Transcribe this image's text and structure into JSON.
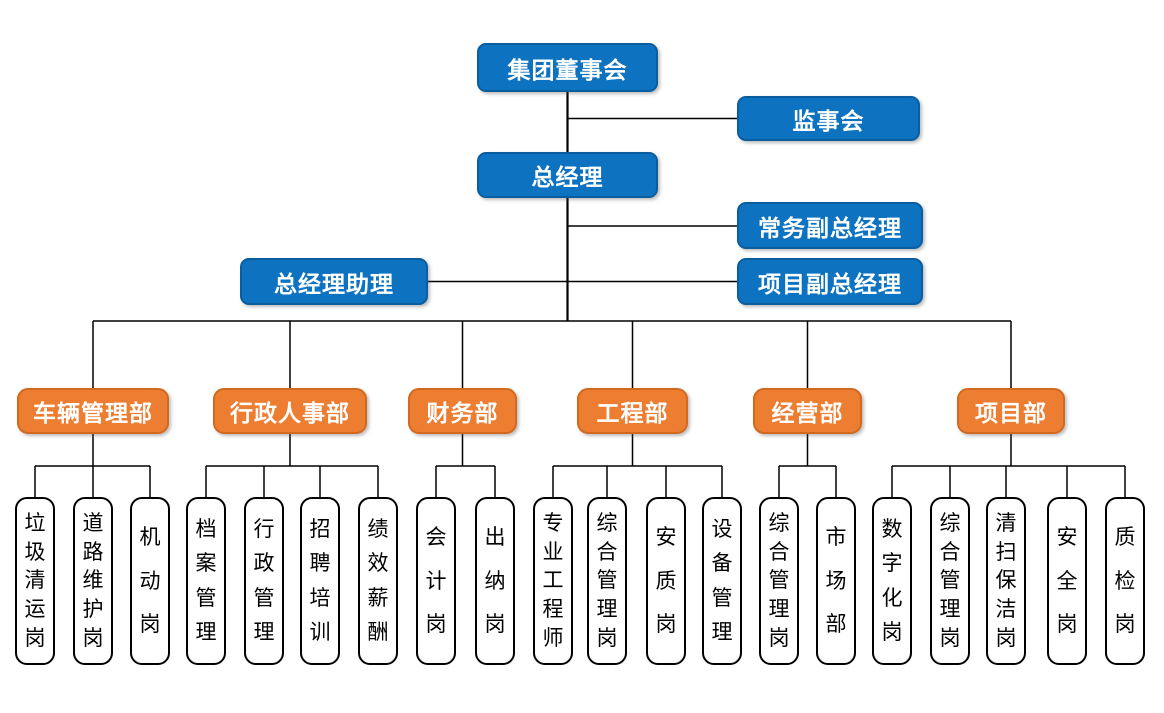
{
  "palette": {
    "executive_fill": "#0D72C0",
    "executive_border": "#0B5E9D",
    "department_fill": "#ED7D31",
    "department_border": "#D2691E",
    "position_fill": "#FFFFFF",
    "position_border": "#000000",
    "connector": "#000000",
    "text_light": "#FFFFFF",
    "text_dark": "#000000"
  },
  "executives": {
    "board": "集团董事会",
    "supervisory_board": "监事会",
    "general_manager": "总经理",
    "executive_deputy_gm": "常务副总经理",
    "project_deputy_gm": "项目副总经理",
    "gm_assistant": "总经理助理"
  },
  "departments": [
    {
      "label": "车辆管理部",
      "positions": [
        "垃圾清运岗",
        "道路维护岗",
        "机动岗"
      ]
    },
    {
      "label": "行政人事部",
      "positions": [
        "档案管理",
        "行政管理",
        "招聘培训",
        "绩效薪酬"
      ]
    },
    {
      "label": "财务部",
      "positions": [
        "会计岗",
        "出纳岗"
      ]
    },
    {
      "label": "工程部",
      "positions": [
        "专业工程师",
        "综合管理岗",
        "安质岗",
        "设备管理"
      ]
    },
    {
      "label": "经营部",
      "positions": [
        "综合管理岗",
        "市场部"
      ]
    },
    {
      "label": "项目部",
      "positions": [
        "数字化岗",
        "综合管理岗",
        "清扫保洁岗",
        "安全岗",
        "质检岗"
      ]
    }
  ]
}
